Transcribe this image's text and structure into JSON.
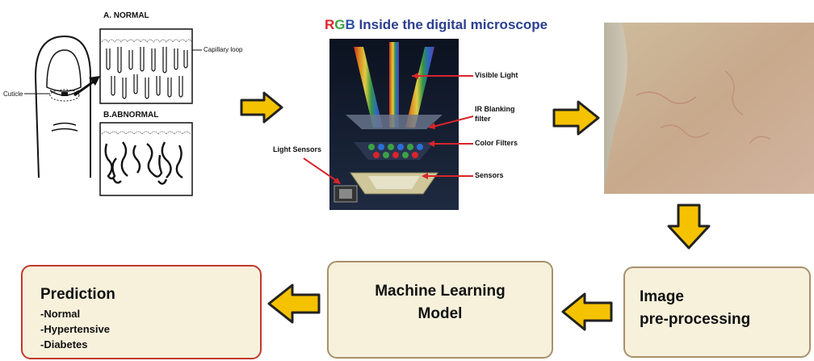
{
  "capillary": {
    "normal_heading": "A. NORMAL",
    "abnormal_heading": "B.ABNORMAL",
    "capillary_loop_label": "Capillary loop",
    "cuticle_label": "Cuticle"
  },
  "microscope": {
    "title_r": "R",
    "title_g": "G",
    "title_b": "B",
    "title_rest1": " Inside the",
    "title_rest2": "digital microscope",
    "label_visible_light": "Visible Light",
    "label_ir_line1": "IR Blanking",
    "label_ir_line2": "filter",
    "label_color_filters": "Color Filters",
    "label_sensors": "Sensors",
    "label_light_sensors": "Light Sensors",
    "colors": {
      "r": "#d8252b",
      "g": "#3aa246",
      "b": "#2b4fa3",
      "rest": "#2b3f8f"
    }
  },
  "boxes": {
    "prediction_title": "Prediction",
    "prediction_items": [
      "-Normal",
      "-Hypertensive",
      "-Diabetes"
    ],
    "ml_line1": "Machine Learning",
    "ml_line2": "Model",
    "preproc_line1": "Image",
    "preproc_line2": "pre-processing"
  },
  "colors": {
    "arrow_fill": "#f5c200",
    "arrow_stroke": "#222222",
    "box_fill": "#f7f1dc",
    "box_border": "#a8906a",
    "prediction_border": "#c0392b"
  }
}
